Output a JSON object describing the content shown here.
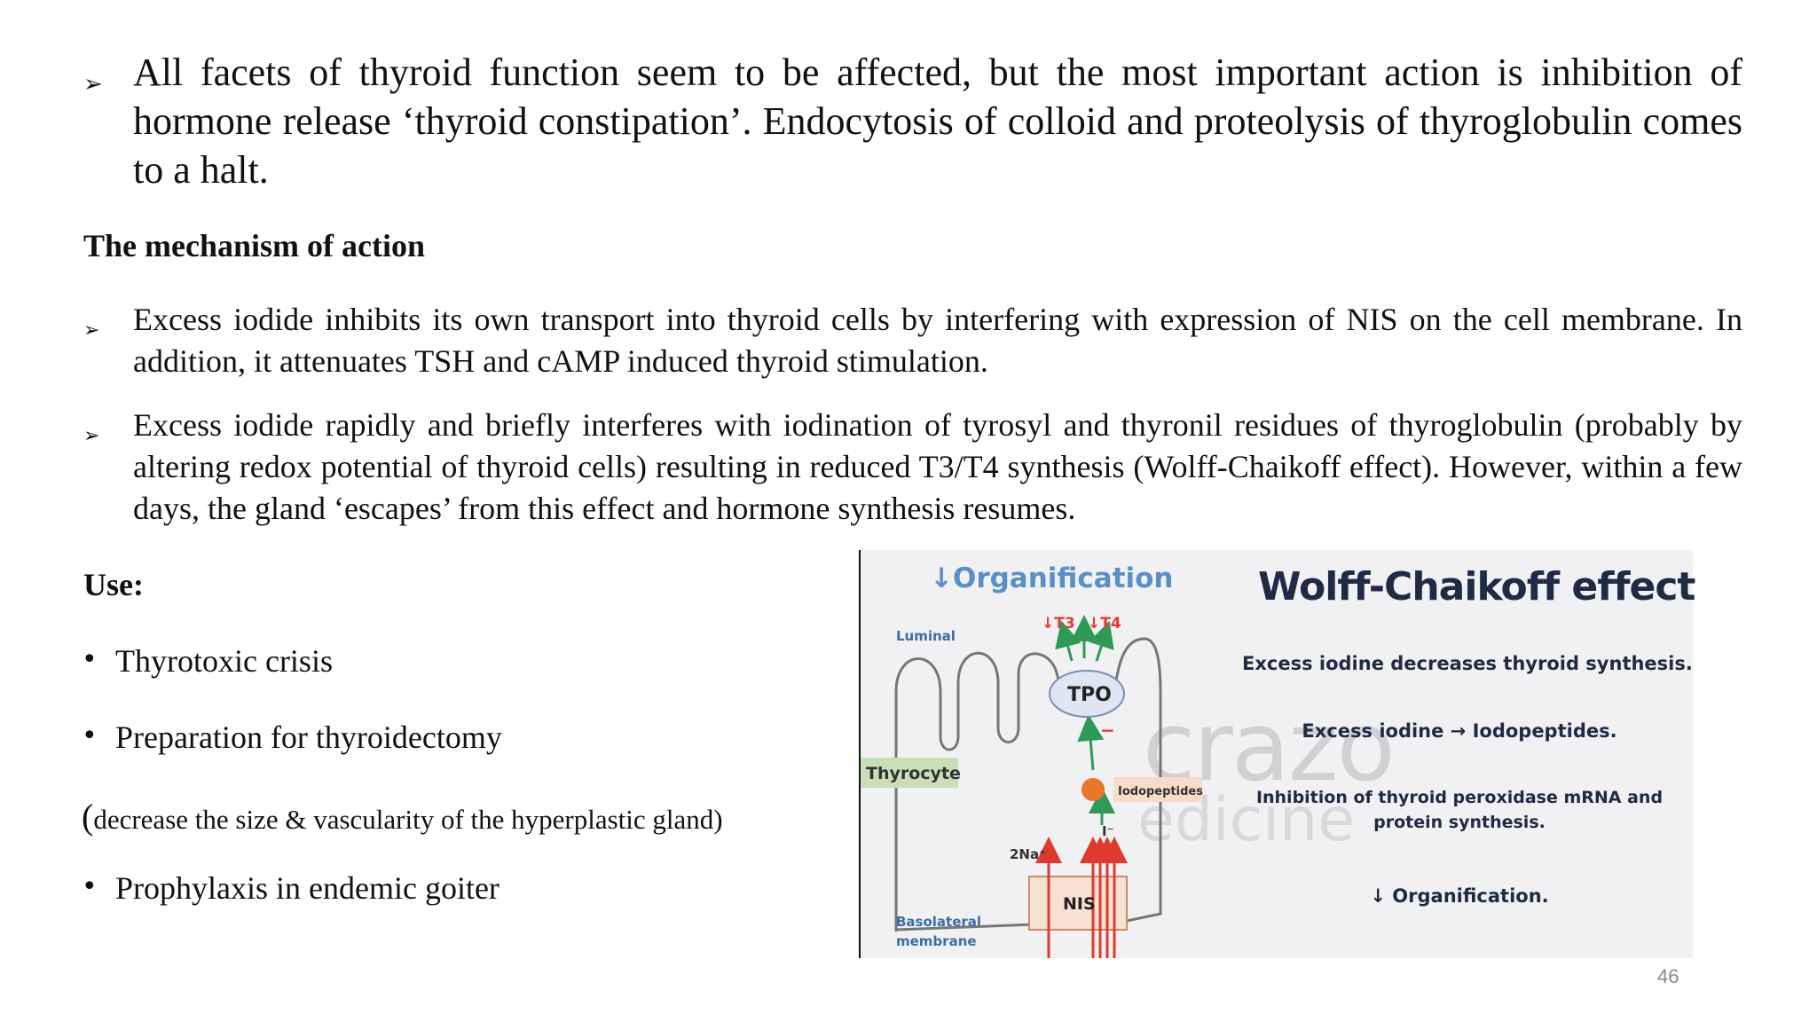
{
  "bullets_top": [
    {
      "text": "All facets of thyroid function seem to be affected, but the most important action is inhibition of hormone release ‘thyroid constipation’. Endocytosis of colloid and proteolysis of thyroglobulin comes to a halt."
    }
  ],
  "mechanism": {
    "heading": "The mechanism of action",
    "bullets": [
      {
        "text": "Excess iodide inhibits its own transport into thyroid cells by interfering with expression of NIS on the cell membrane. In addition, it attenuates TSH and cAMP induced thyroid stimulation."
      },
      {
        "text": "Excess iodide rapidly and briefly interferes with iodination of tyrosyl and thyronil residues of thyroglobulin (probably by altering redox potential of thyroid cells) resulting in reduced T3/T4 synthesis (Wolff-Chaikoff effect). However, within a few days, the gland ‘escapes’ from this effect and hormone synthesis resumes."
      }
    ]
  },
  "use": {
    "heading": "Use:",
    "items": [
      "Thyrotoxic crisis",
      "Preparation for thyroidectomy",
      "Prophylaxis in endemic goiter"
    ],
    "note_paren": "(",
    "note_rest": "decrease the size & vascularity of the hyperplastic gland)"
  },
  "figure": {
    "title": "Wolff-Chaikoff effect",
    "organification_heading": "↓Organification",
    "lines": [
      "Excess iodine decreases thyroid synthesis.",
      "Excess iodine → Iodopeptides.",
      "Inhibition of thyroid peroxidase mRNA and",
      "protein synthesis.",
      "↓ Organification."
    ],
    "labels": {
      "luminal": "Luminal",
      "thyrocyte": "Thyrocyte",
      "tpo": "TPO",
      "t3": "↓T3",
      "t4": "↓T4",
      "iodopeptides": "Iodopeptides",
      "na": "2Na⁺",
      "iodide": "I⁻",
      "minus": "−",
      "nis": "NIS",
      "basolateral": "Basolateral",
      "membrane": "membrane"
    },
    "watermark": [
      "crazo",
      "edicine"
    ],
    "colors": {
      "red": "#e03a2f",
      "green": "#2e9a56",
      "orange": "#e8772a",
      "thyrocyte_bg": "#c9dfb7",
      "tpo_bg": "#dde6f2",
      "iodopeptides_bg": "#f8dcc8"
    }
  },
  "page_number": "46",
  "bullet_symbol": "➢"
}
